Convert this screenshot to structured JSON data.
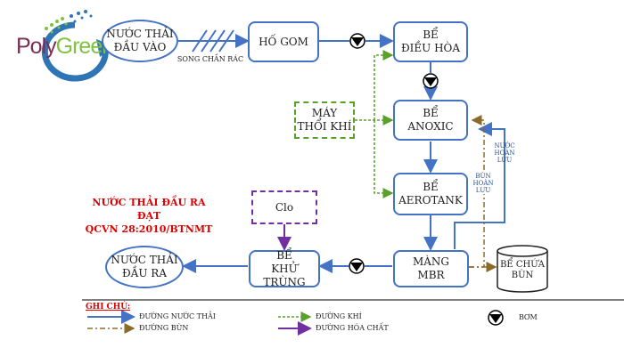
{
  "logo": {
    "part1": "Poly",
    "part2": "Green"
  },
  "nodes": {
    "raw_in": {
      "line1": "NƯỚC THẢI",
      "line2": "ĐẦU VÀO"
    },
    "screen": "SONG CHẮN RÁC",
    "pit": "HỐ GOM",
    "eq": {
      "line1": "BỂ",
      "line2": "ĐIỀU HÒA"
    },
    "blower": {
      "line1": "MÁY",
      "line2": "THỔI KHÍ"
    },
    "anoxic": {
      "line1": "BỂ",
      "line2": "ANOXIC"
    },
    "aerotank": {
      "line1": "BỂ",
      "line2": "AEROTANK"
    },
    "mbr": {
      "line1": "MÀNG",
      "line2": "MBR"
    },
    "disinfect": {
      "line1": "BỂ",
      "line2": "KHỬ TRÙNG"
    },
    "chlorine": "Clo",
    "out": {
      "line1": "NƯỚC THẢI",
      "line2": "ĐẦU RA"
    },
    "sludge": {
      "line1": "BỂ CHỨA",
      "line2": "BÙN"
    }
  },
  "labels": {
    "water_return": {
      "line1": "NƯỚC",
      "line2": "HOÀN",
      "line3": "LƯU"
    },
    "sludge_return": {
      "line1": "BÙN",
      "line2": "HOÀN",
      "line3": "LƯU"
    }
  },
  "output_standard": {
    "line1": "NƯỚC THẢI ĐẦU RA",
    "line2": "ĐẠT",
    "line3": "QCVN 28:2010/BTNMT"
  },
  "legend": {
    "title": "GHI CHÚ:",
    "water": "ĐƯỜNG NƯỚC THẢI",
    "sludge": "ĐƯỜNG BÙN",
    "air": "ĐƯỜNG KHÍ",
    "chemical": "ĐƯỜNG HÓA CHẤT",
    "pump": "BƠM"
  },
  "colors": {
    "water": "#4472c4",
    "air": "#5aa02c",
    "sludge": "#8b6b2a",
    "chemical": "#7030a0",
    "highlight": "#e00000"
  }
}
